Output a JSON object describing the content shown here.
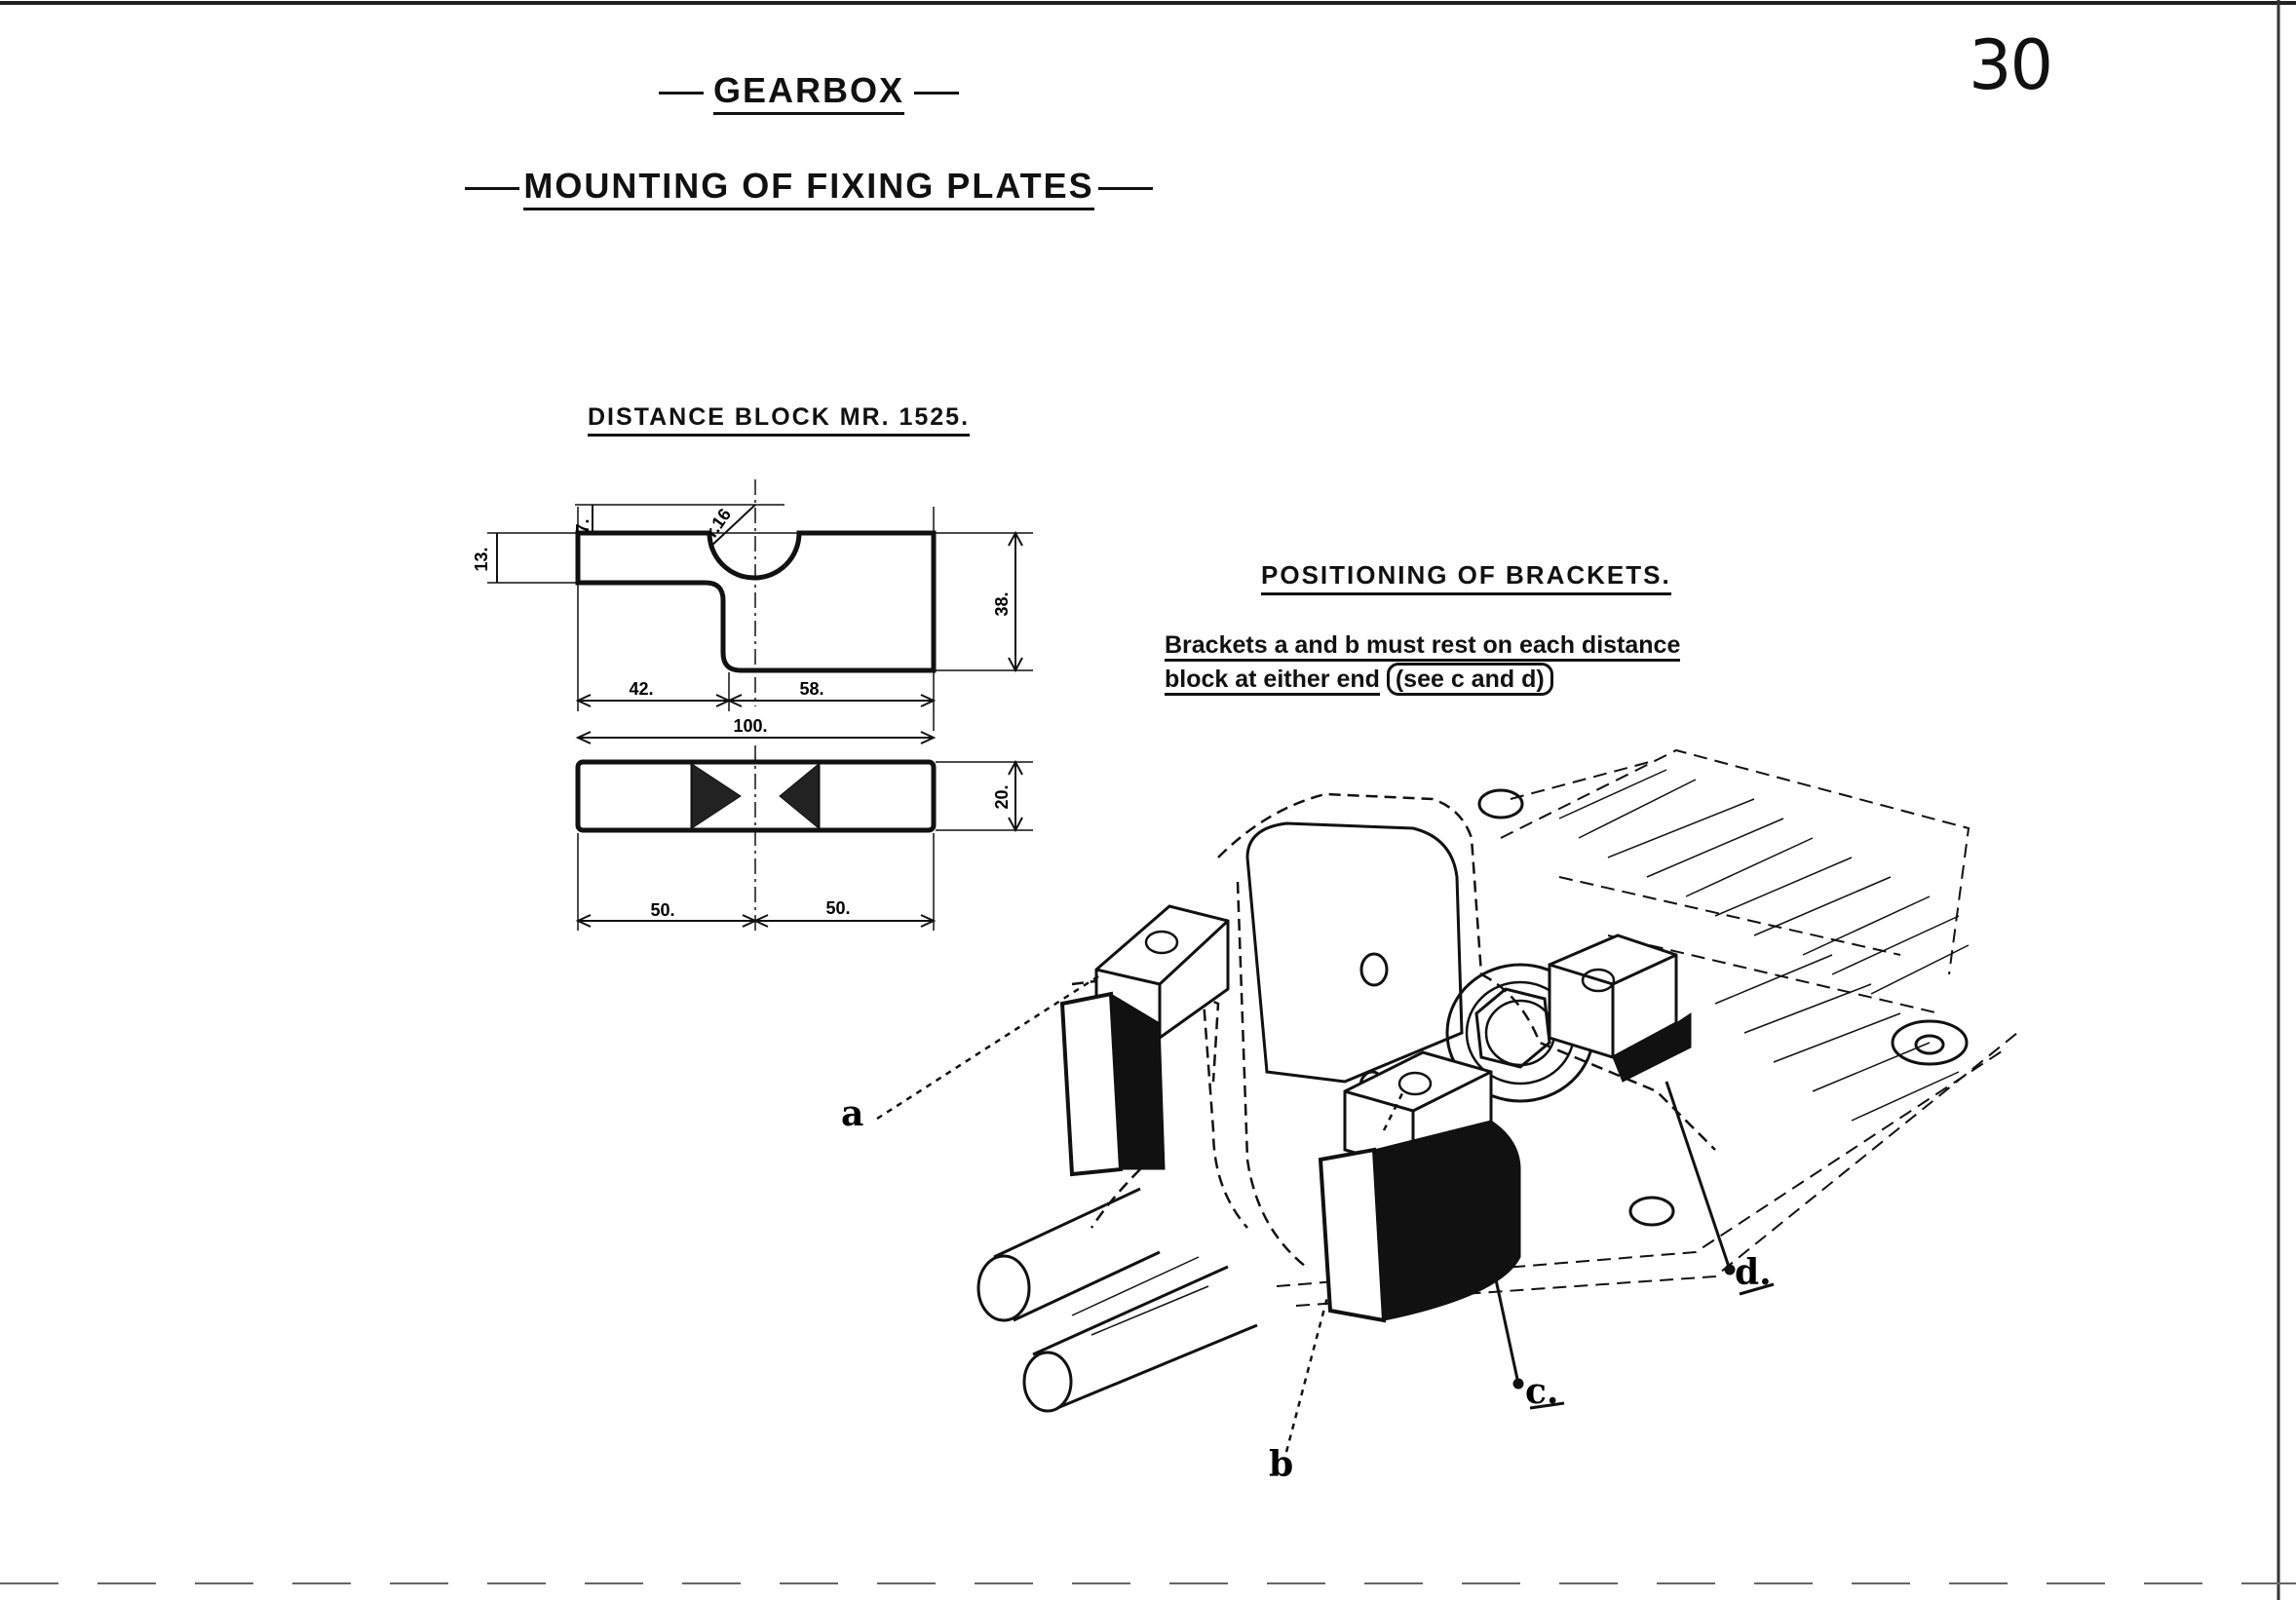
{
  "page": {
    "number": "30"
  },
  "titles": {
    "main": "GEARBOX",
    "sub": "MOUNTING OF FIXING PLATES"
  },
  "distance_block": {
    "heading": "DISTANCE BLOCK MR. 1525.",
    "dims": {
      "top_offset": "7.",
      "radius": "r.16",
      "step_height": "13.",
      "total_height": "38.",
      "left_len": "42.",
      "right_len": "58.",
      "total_len": "100.",
      "width": "20.",
      "half_left": "50.",
      "half_right": "50."
    }
  },
  "positioning": {
    "heading": "POSITIONING OF BRACKETS.",
    "line1": "Brackets a and b must rest on each distance",
    "line2_prefix": "block at either end",
    "line2_boxed": "(see c and d)"
  },
  "callouts": {
    "a": "a",
    "b": "b",
    "c": "c.",
    "d": "d."
  }
}
